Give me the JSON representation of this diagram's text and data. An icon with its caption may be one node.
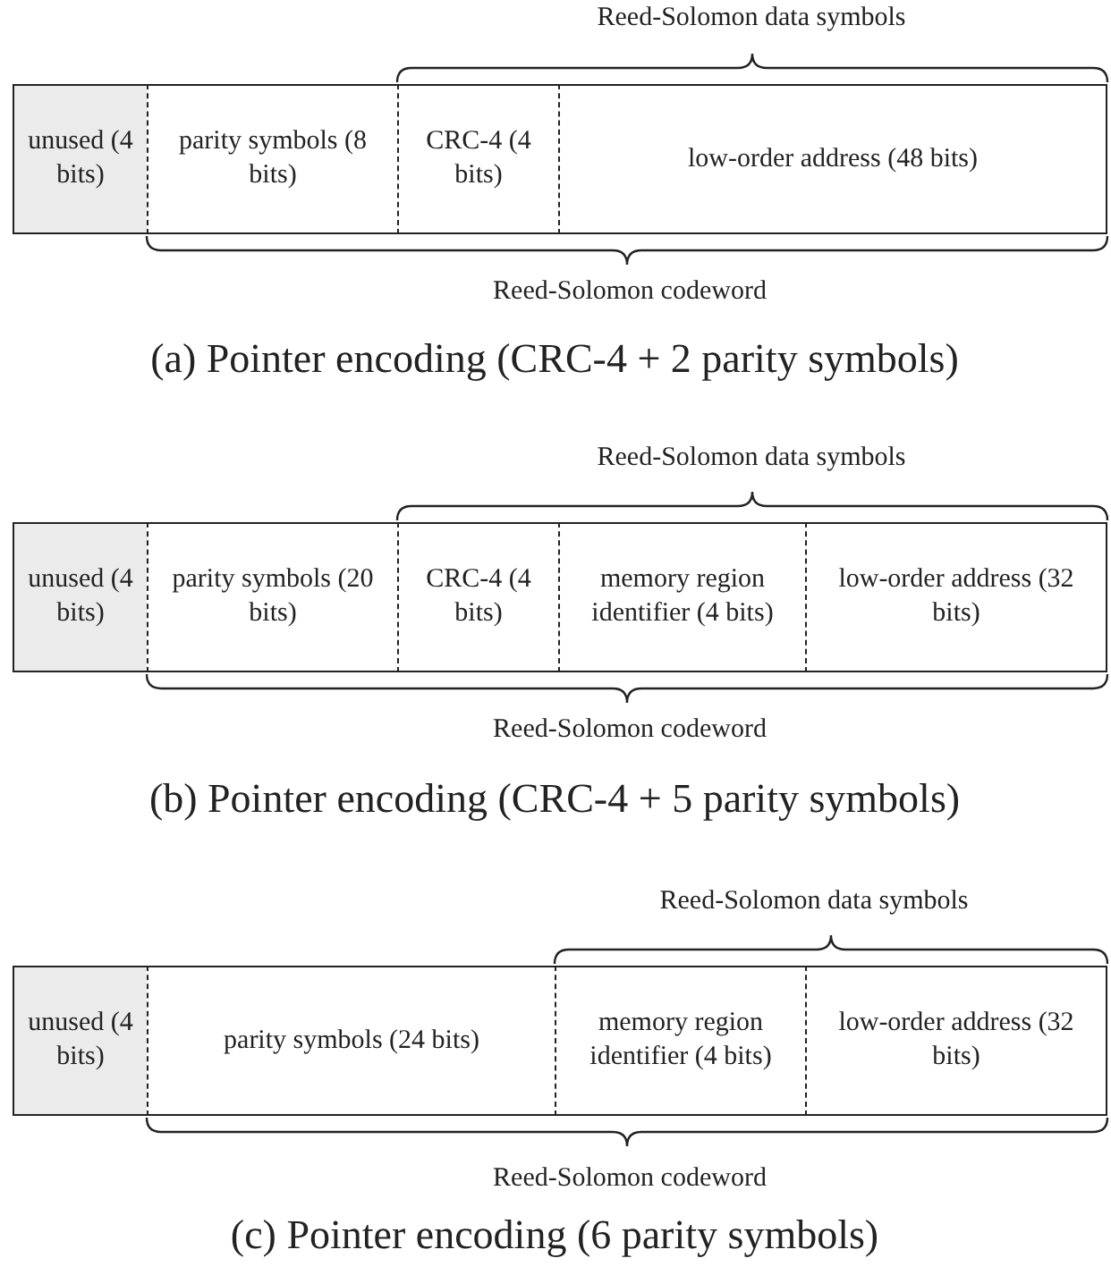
{
  "diagram": {
    "nodes": [
      {
        "text": [
          "unused (4 bits)"
        ]
      },
      {
        "text": [
          "parity symbols (8 bits)"
        ]
      },
      {
        "text": [
          "CRC-4 (4 bits)"
        ]
      },
      {
        "text": [
          "low-order address (48 bits)"
        ]
      },
      {
        "text": [
          "unused (4 bits)"
        ]
      },
      {
        "text": [
          "parity symbols (20 bits)"
        ]
      },
      {
        "text": [
          "CRC-4 (4 bits)"
        ]
      },
      {
        "text": [
          "memory region identifier (4 bits)"
        ]
      },
      {
        "text": [
          "low-order address (32 bits)"
        ]
      },
      {
        "text": [
          "unused (4 bits)"
        ]
      },
      {
        "text": [
          "parity symbols (24 bits)"
        ]
      },
      {
        "text": [
          "memory region identifier (4 bits)"
        ]
      },
      {
        "text": [
          "low-order address (32 bits)"
        ]
      }
    ],
    "labels": [
      "Reed-Solomon data symbols",
      "Reed-Solomon codeword",
      "(a) Pointer encoding (CRC-4 + 2 parity symbols)",
      "Reed-Solomon data symbols",
      "Reed-Solomon codeword",
      "(b) Pointer encoding (CRC-4 + 5 parity symbols)",
      "Reed-Solomon data symbols",
      "Reed-Solomon codeword",
      "(c) Pointer encoding (6 parity symbols)"
    ]
  }
}
